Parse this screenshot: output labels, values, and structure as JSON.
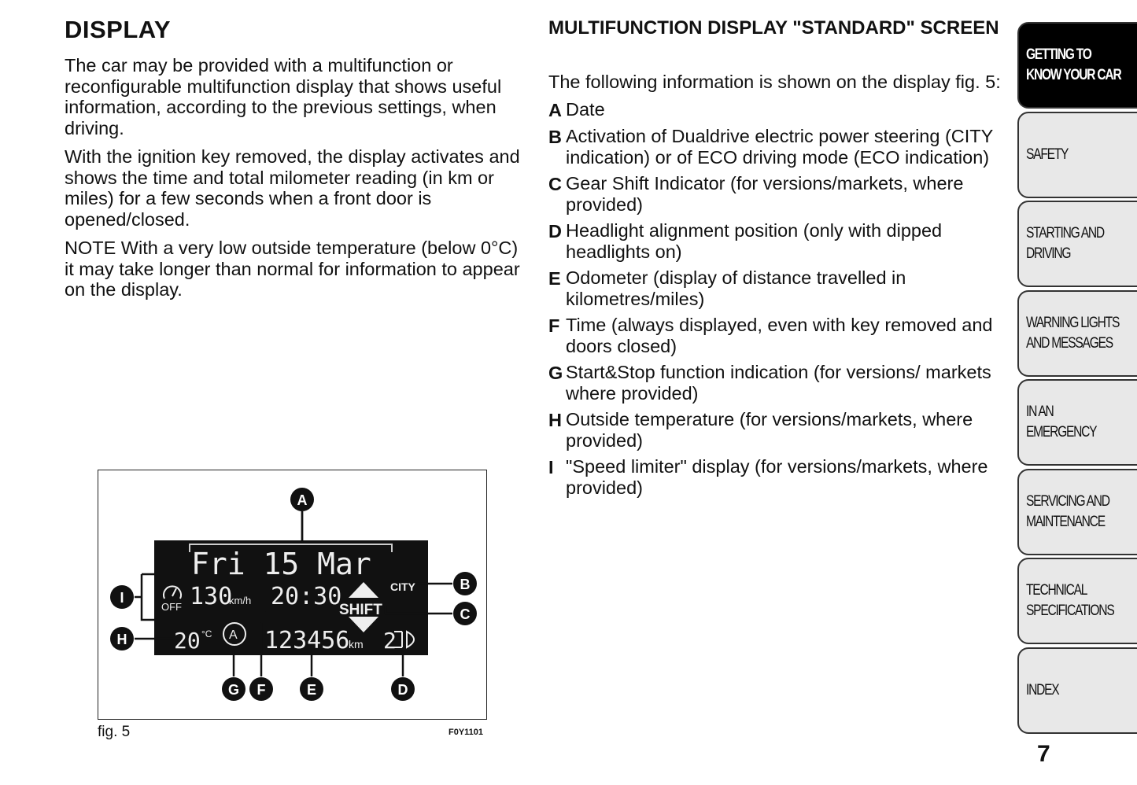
{
  "left": {
    "title": "DISPLAY",
    "paragraphs": [
      "The car may be provided with a multifunction or reconfigurable multifunction display that shows useful information, according to the previous settings, when driving.",
      "With the ignition key removed, the display activates and shows the time and total milometer reading (in km or miles) for a few seconds when a front door is opened/closed.",
      "NOTE With a very low outside temperature (below 0°C) it may take longer than normal for information to appear on the display."
    ]
  },
  "figure": {
    "caption": "fig. 5",
    "code": "F0Y1101",
    "display": {
      "date": "Fri 15 Mar",
      "speed": "130",
      "speed_unit": "km/h",
      "off": "OFF",
      "time": "20:30",
      "city": "CITY",
      "shift": "SHIFT",
      "temp": "20",
      "temp_unit": "°C",
      "odometer": "123456",
      "odo_unit": "km",
      "headlight": "2"
    },
    "callouts": [
      "A",
      "B",
      "C",
      "D",
      "E",
      "F",
      "G",
      "H",
      "I"
    ]
  },
  "right": {
    "title": "MULTIFUNCTION DISPLAY \"STANDARD\" SCREEN",
    "intro": "The following information is shown on the display fig. 5:",
    "items": [
      {
        "key": "A",
        "text": "Date"
      },
      {
        "key": "B",
        "text": "Activation of Dualdrive electric power steering (CITY indication) or of ECO driving mode (ECO indication)"
      },
      {
        "key": "C",
        "text": "Gear Shift Indicator (for versions/markets, where provided)"
      },
      {
        "key": "D",
        "text": "Headlight alignment position (only with dipped headlights on)"
      },
      {
        "key": "E",
        "text": "Odometer (display of distance travelled in kilometres/miles)"
      },
      {
        "key": "F",
        "text": "Time (always displayed, even with key removed and doors closed)"
      },
      {
        "key": "G",
        "text": "Start&Stop function indication (for versions/ markets where provided)"
      },
      {
        "key": "H",
        "text": "Outside temperature (for versions/markets, where provided)"
      },
      {
        "key": "I",
        "text": "\"Speed limiter\" display (for versions/markets, where provided)"
      }
    ]
  },
  "tabs": [
    "GETTING TO\nKNOW YOUR CAR",
    "SAFETY",
    "STARTING AND\nDRIVING",
    "WARNING LIGHTS\nAND MESSAGES",
    "IN AN EMERGENCY",
    "SERVICING AND\nMAINTENANCE",
    "TECHNICAL\nSPECIFICATIONS",
    "INDEX"
  ],
  "page_number": "7"
}
